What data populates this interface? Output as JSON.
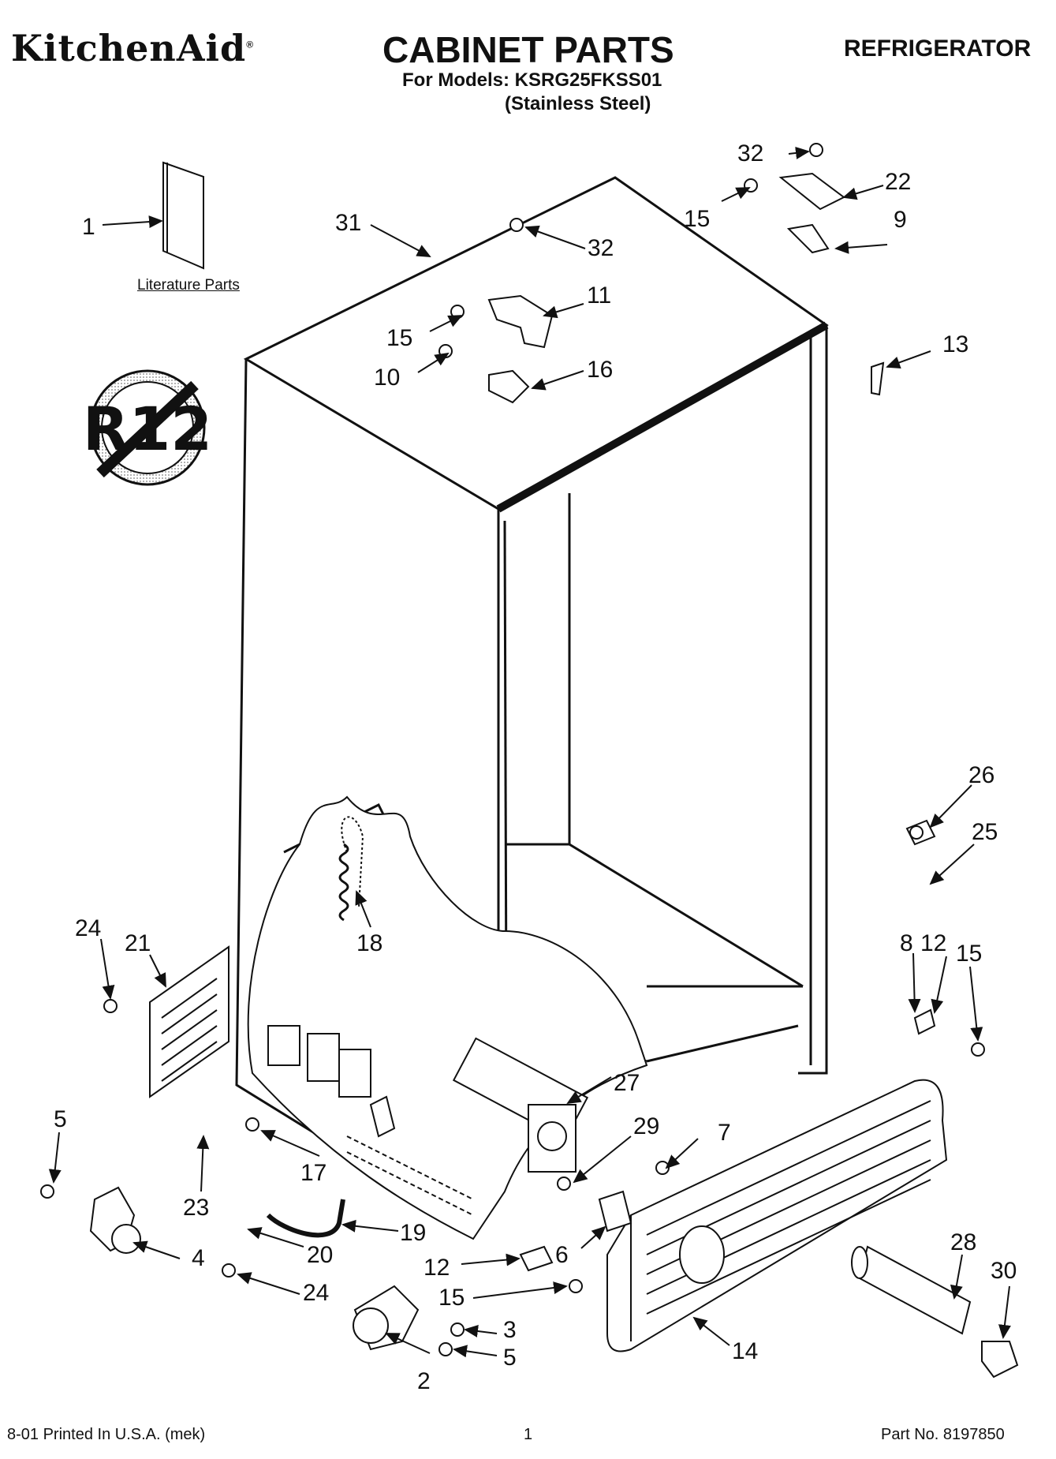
{
  "header": {
    "brand": "KitchenAid",
    "title": "CABINET PARTS",
    "appliance": "REFRIGERATOR",
    "models_line": "For Models: KSRG25FKSS01",
    "finish_line": "(Stainless Steel)"
  },
  "literature_label": "Literature Parts",
  "badge_text": "R12",
  "footer": {
    "left": "8-01 Printed In U.S.A. (mek)",
    "page": "1",
    "right": "Part No. 8197850"
  },
  "callouts": [
    "1",
    "31",
    "32",
    "15",
    "10",
    "11",
    "16",
    "32",
    "15",
    "22",
    "9",
    "13",
    "26",
    "25",
    "8",
    "12",
    "15",
    "24",
    "21",
    "18",
    "27",
    "29",
    "7",
    "5",
    "17",
    "23",
    "19",
    "20",
    "4",
    "24",
    "12",
    "15",
    "6",
    "3",
    "5",
    "2",
    "14",
    "28",
    "30"
  ]
}
